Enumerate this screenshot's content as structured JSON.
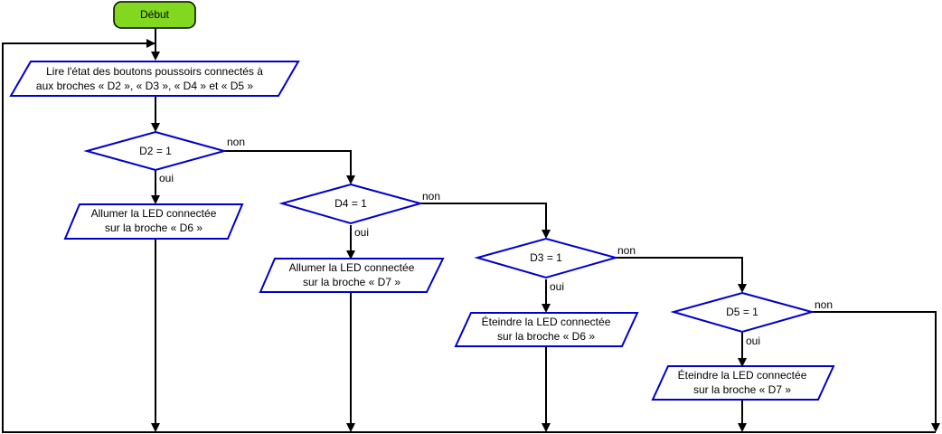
{
  "diagram": {
    "start": "Début",
    "read_inputs": {
      "line1": "Lire l'état des boutons poussoirs connectés à",
      "line2": "aux broches « D2 », « D3 », « D4 » et « D5 »"
    },
    "decisions": {
      "d2": "D2 = 1",
      "d4": "D4 = 1",
      "d3": "D3 = 1",
      "d5": "D5 = 1"
    },
    "actions": {
      "on_d6": {
        "line1": "Allumer la LED connectée",
        "line2": "sur la broche « D6 »"
      },
      "on_d7": {
        "line1": "Allumer la LED connectée",
        "line2": "sur la broche « D7 »"
      },
      "off_d6": {
        "line1": "Éteindre la LED connectée",
        "line2": "sur la broche « D6 »"
      },
      "off_d7": {
        "line1": "Éteindre la LED connectée",
        "line2": "sur la broche « D7 »"
      }
    },
    "edge_labels": {
      "no": "non",
      "yes": "oui"
    }
  }
}
